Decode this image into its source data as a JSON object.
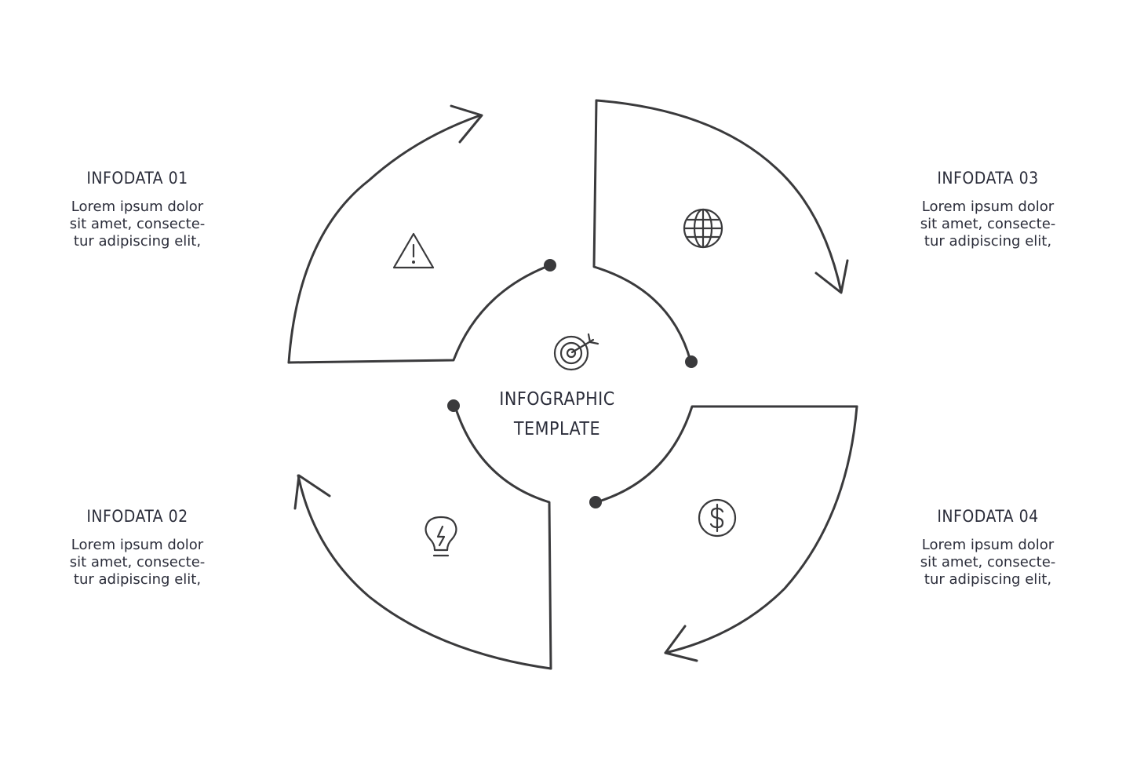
{
  "center": {
    "line1": "INFOGRAPHIC",
    "line2": "TEMPLATE",
    "icon": "target-icon"
  },
  "blocks": [
    {
      "title": "INFODATA 01",
      "body": "Lorem ipsum dolor\nsit amet, consecte-\ntur adipiscing elit,",
      "icon": "warning-icon"
    },
    {
      "title": "INFODATA 02",
      "body": "Lorem ipsum dolor\nsit amet, consecte-\ntur adipiscing elit,",
      "icon": "lightbulb-icon"
    },
    {
      "title": "INFODATA 03",
      "body": "Lorem ipsum dolor\nsit amet, consecte-\ntur adipiscing elit,",
      "icon": "globe-icon"
    },
    {
      "title": "INFODATA 04",
      "body": "Lorem ipsum dolor\nsit amet, consecte-\ntur adipiscing elit,",
      "icon": "dollar-icon"
    }
  ],
  "colors": {
    "stroke": "#3a3a3c",
    "text": "#2b2d3a",
    "background": "#ffffff"
  }
}
